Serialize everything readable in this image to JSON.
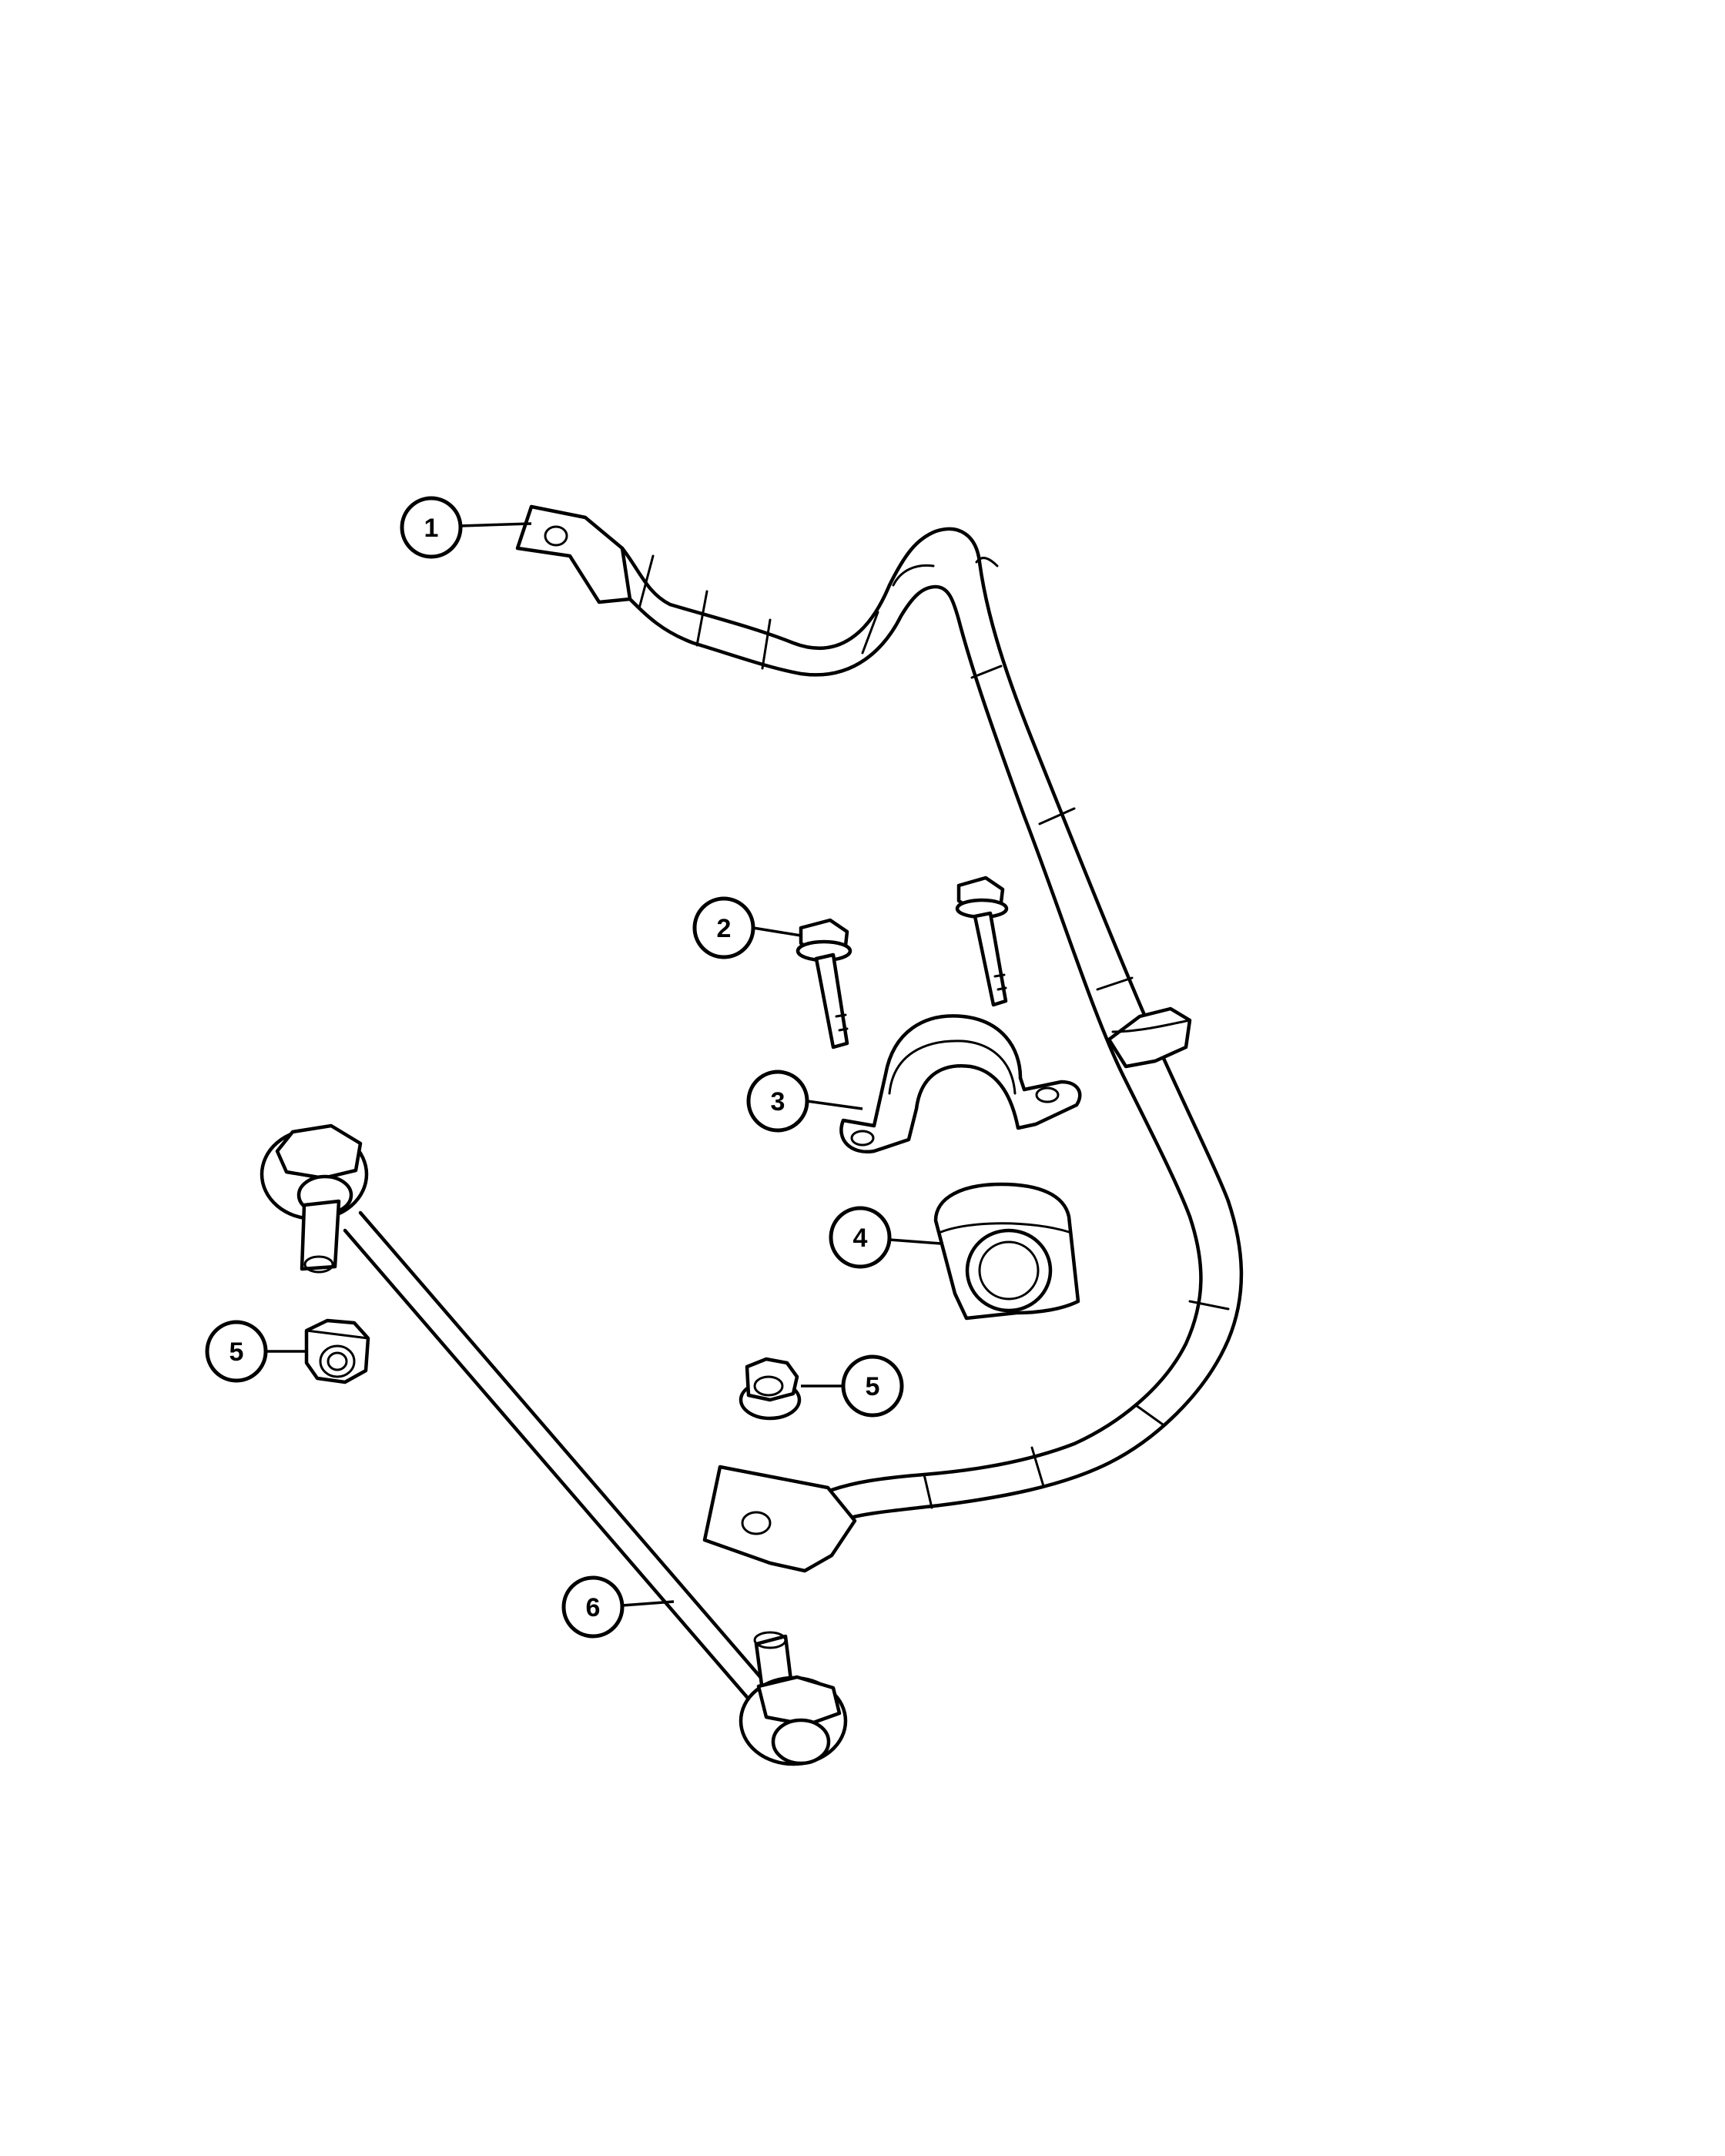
{
  "callouts": [
    {
      "id": "c1",
      "label": "1"
    },
    {
      "id": "c2",
      "label": "2"
    },
    {
      "id": "c3",
      "label": "3"
    },
    {
      "id": "c4",
      "label": "4"
    },
    {
      "id": "c5a",
      "label": "5"
    },
    {
      "id": "c5b",
      "label": "5"
    },
    {
      "id": "c6",
      "label": "6"
    }
  ]
}
